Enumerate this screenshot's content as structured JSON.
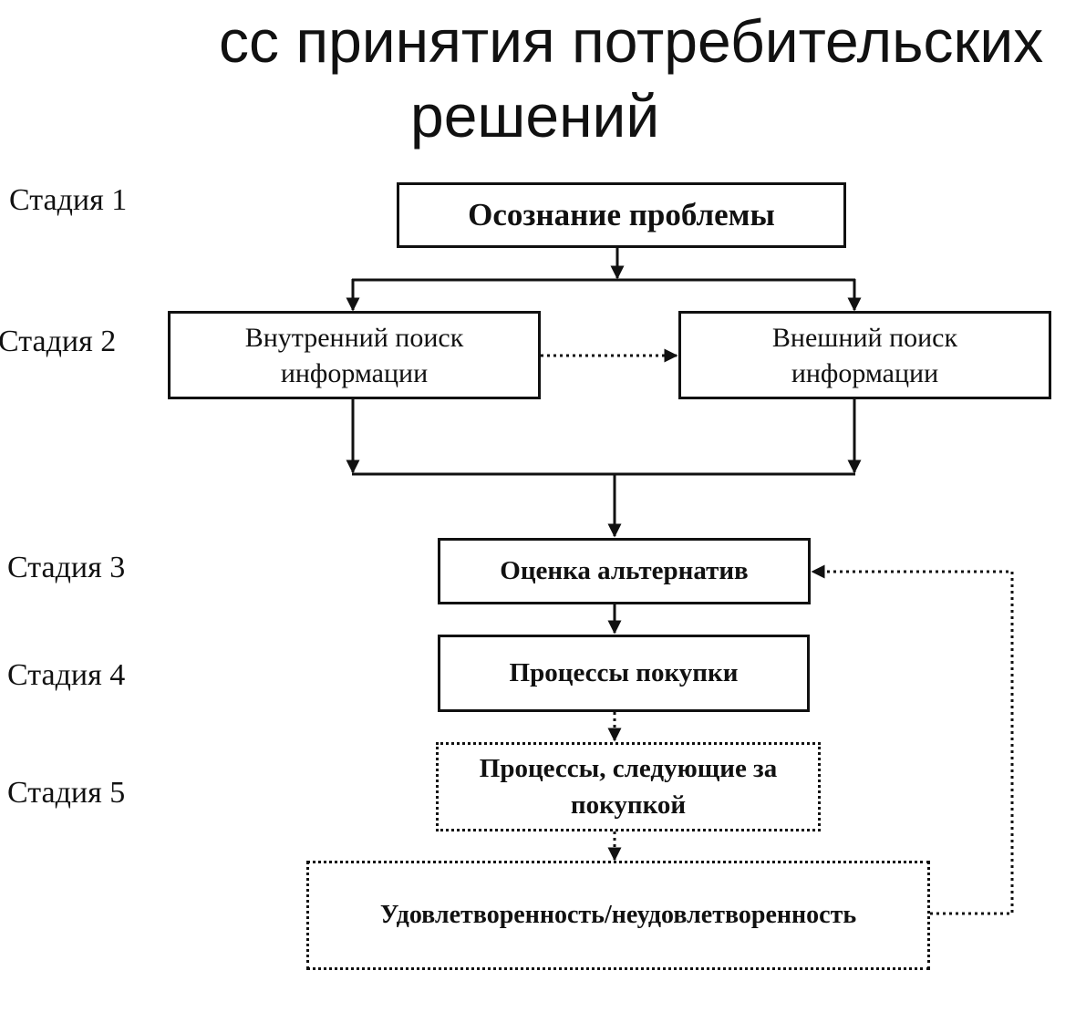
{
  "title": {
    "line1": "сс принятия потребительских",
    "line2": "решений"
  },
  "stages": {
    "stage1": "Стадия 1",
    "stage2": "Стадия 2",
    "stage3": "Стадия 3",
    "stage4": "Стадия 4",
    "stage5": "Стадия 5"
  },
  "boxes": {
    "problem_recognition": "Осознание проблемы",
    "internal_search_line1": "Внутренний поиск",
    "internal_search_line2": "информации",
    "external_search_line1": "Внешний поиск",
    "external_search_line2": "информации",
    "alternatives_evaluation": "Оценка альтернатив",
    "purchase_processes": "Процессы покупки",
    "post_purchase_line1": "Процессы, следующие за",
    "post_purchase_line2": "покупкой",
    "satisfaction": "Удовлетворенность/неудовлетворенность"
  },
  "colors": {
    "line": "#111111",
    "background": "#ffffff"
  }
}
